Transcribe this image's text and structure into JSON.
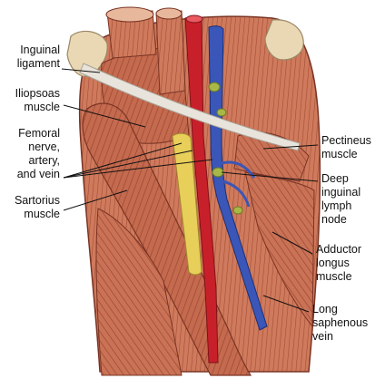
{
  "labels": {
    "inguinal_ligament": "Inguinal\nligament",
    "iliopsoas_muscle": "Iliopsoas\nmuscle",
    "femoral_nerve_artery_vein": "Femoral\nnerve,\nartery,\nand vein",
    "sartorius_muscle": "Sartorius\nmuscle",
    "pectineus_muscle": "Pectineus\nmuscle",
    "deep_inguinal_lymph_node": "Deep\ninguinal\nlymph\nnode",
    "adductor_longus_muscle": "Adductor\nlongus\nmuscle",
    "long_saphenous_vein": "Long\nsaphenous\nvein"
  },
  "colors": {
    "muscle": "#c46a4e",
    "muscle_dark": "#9c4632",
    "muscle_light": "#e0a083",
    "artery": "#c8202a",
    "vein": "#3a56b8",
    "nerve": "#e8cf5a",
    "ligament": "#e8e4dc",
    "lymph_node": "#a8b848",
    "bone": "#ead7b4"
  }
}
